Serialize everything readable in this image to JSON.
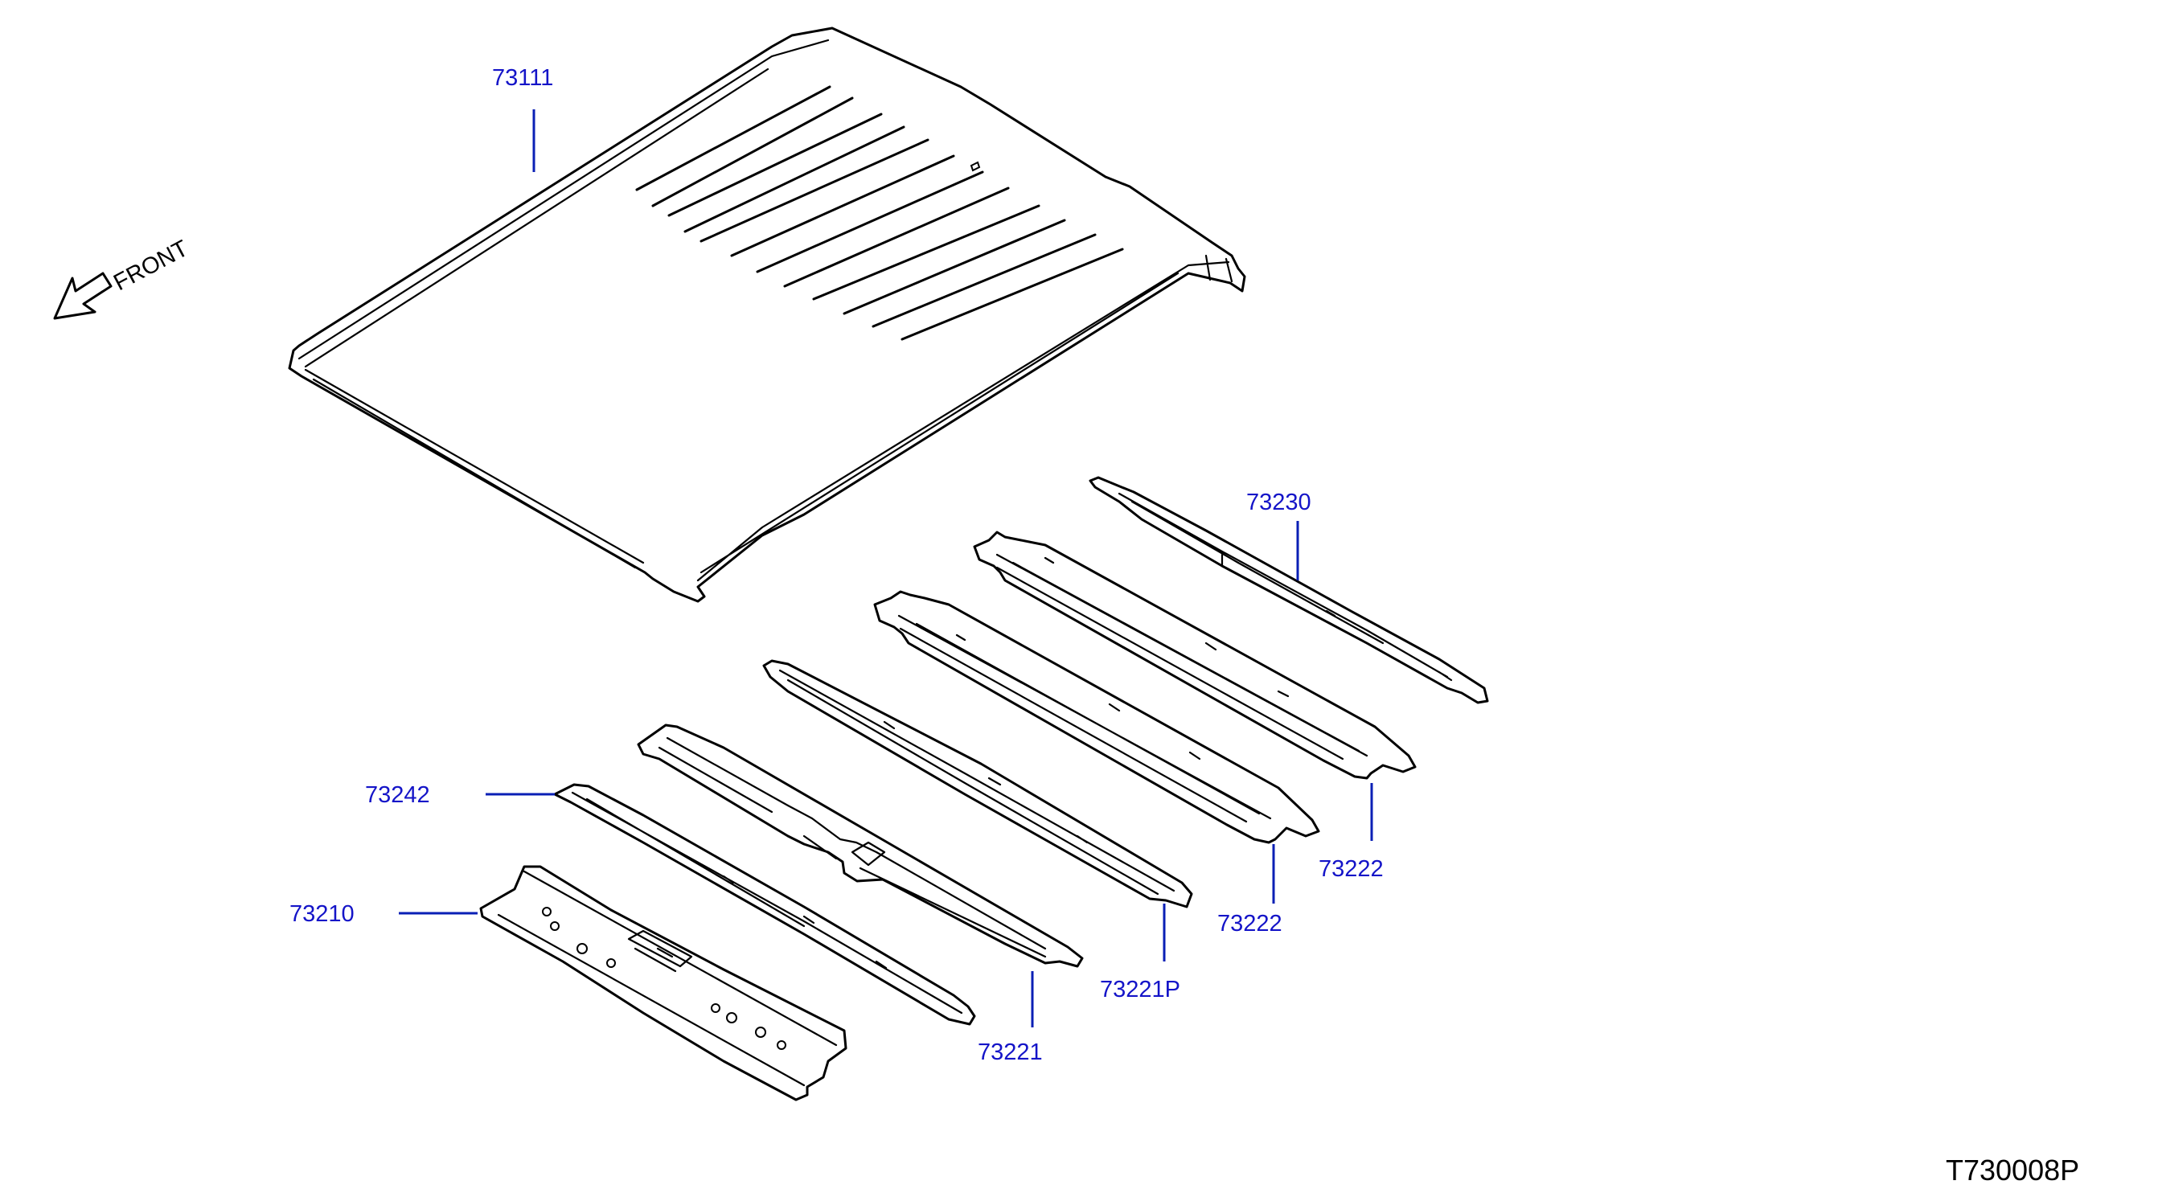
{
  "diagram": {
    "front_label": "FRONT",
    "code": "T730008P",
    "colors": {
      "callout": "#1414c8",
      "leader": "#0a1fb5",
      "line": "#000000"
    },
    "parts": [
      {
        "id": "roof",
        "number": "73111"
      },
      {
        "id": "rear-bow",
        "number": "73230"
      },
      {
        "id": "upper-bow-rear",
        "number": "73222"
      },
      {
        "id": "upper-bow-mid",
        "number": "73222"
      },
      {
        "id": "center-bow",
        "number": "73221P"
      },
      {
        "id": "front-bow-lamp",
        "number": "73221"
      },
      {
        "id": "front-header-rail",
        "number": "73242"
      },
      {
        "id": "front-header-panel",
        "number": "73210"
      }
    ]
  }
}
